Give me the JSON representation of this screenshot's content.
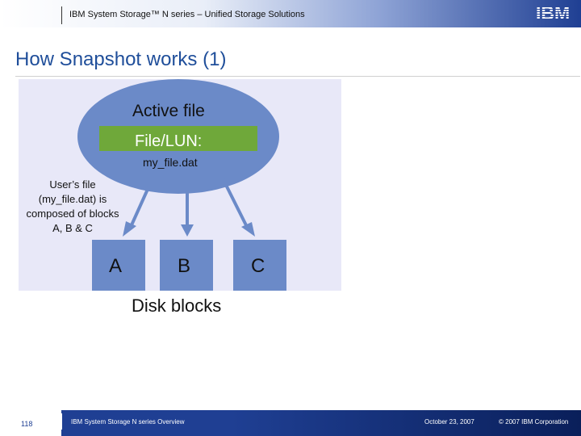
{
  "header": {
    "text": "IBM System Storage™ N series – Unified Storage Solutions",
    "logo_text": "IBM"
  },
  "title": "How Snapshot works (1)",
  "diagram": {
    "active_file_label": "Active file",
    "file_lun_label": "File/LUN:",
    "file_name": "my_file.dat",
    "description": "User’s file (my_file.dat) is composed of blocks A, B & C",
    "blocks": [
      "A",
      "B",
      "C"
    ],
    "disk_blocks_label": "Disk blocks",
    "colors": {
      "ellipse_fill": "#6b8ac8",
      "file_lun_fill": "#6fa83a",
      "block_fill": "#6b8ac8",
      "arrow_fill": "#6b8ac8",
      "panel_fill": "#e8e8f8"
    }
  },
  "footer": {
    "page_number": "118",
    "course_title": "IBM System Storage N series Overview",
    "date": "October 23, 2007",
    "copyright": "© 2007 IBM Corporation"
  }
}
